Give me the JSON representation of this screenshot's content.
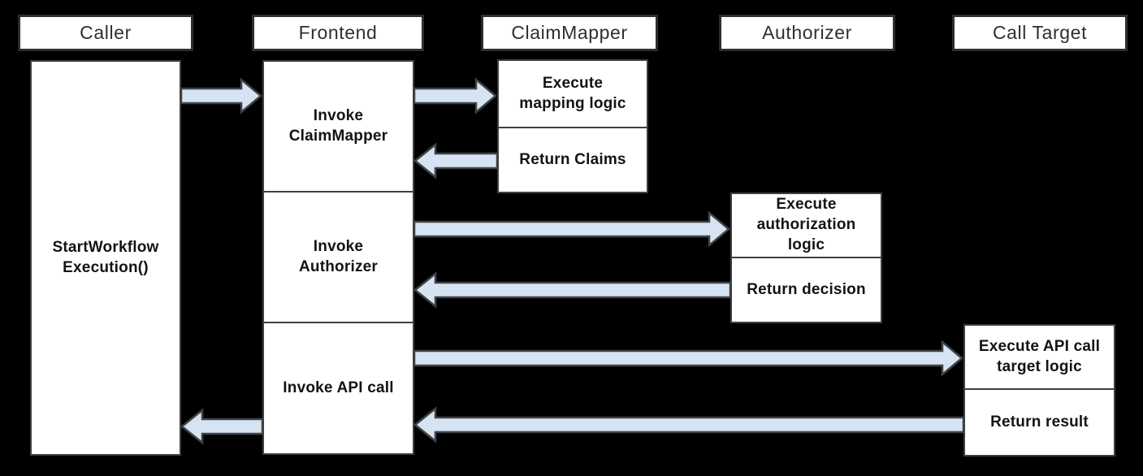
{
  "colors": {
    "background": "#000000",
    "box_fill": "#ffffff",
    "activity_border": "#3d4043",
    "header_border": "#2c2e30",
    "arrow_fill": "#d6e3f3",
    "arrow_outline": "#3e4347",
    "header_text": "#2d2f31",
    "label_text": "#131313"
  },
  "headers": [
    {
      "label": "Caller"
    },
    {
      "label": "Frontend"
    },
    {
      "label": "ClaimMapper"
    },
    {
      "label": "Authorizer"
    },
    {
      "label": "Call Target"
    }
  ],
  "activities": {
    "caller": {
      "start": "StartWorkflow\nExecution()"
    },
    "frontend": {
      "invoke_claimmapper": "Invoke\nClaimMapper",
      "invoke_authorizer": "Invoke\nAuthorizer",
      "invoke_api_call": "Invoke API call"
    },
    "claimmapper": {
      "execute": "Execute\nmapping logic",
      "return": "Return Claims"
    },
    "authorizer": {
      "execute": "Execute\nauthorization\nlogic",
      "return": "Return decision"
    },
    "call_target": {
      "execute": "Execute API call\ntarget logic",
      "return": "Return result"
    }
  },
  "arrows": [
    {
      "name": "caller-to-frontend",
      "direction": "right"
    },
    {
      "name": "frontend-to-claimmapper",
      "direction": "right"
    },
    {
      "name": "claimmapper-return-to-frontend",
      "direction": "left"
    },
    {
      "name": "frontend-to-authorizer",
      "direction": "right"
    },
    {
      "name": "authorizer-return-to-frontend",
      "direction": "left"
    },
    {
      "name": "frontend-to-calltarget",
      "direction": "right"
    },
    {
      "name": "calltarget-return-to-frontend",
      "direction": "left"
    },
    {
      "name": "frontend-return-to-caller",
      "direction": "left"
    }
  ]
}
